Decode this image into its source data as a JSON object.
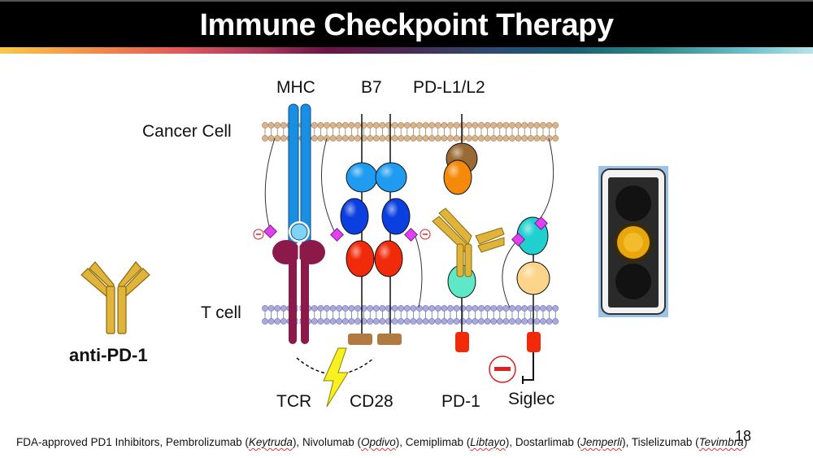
{
  "slide": {
    "title": "Immune Checkpoint Therapy",
    "page_number": "18"
  },
  "diagram": {
    "cell_labels": {
      "cancer_cell": "Cancer Cell",
      "t_cell": "T cell"
    },
    "top_labels": {
      "mhc": "MHC",
      "b7": "B7",
      "pdl": "PD-L1/L2"
    },
    "bottom_labels": {
      "tcr": "TCR",
      "cd28": "CD28",
      "pd1": "PD-1",
      "siglec": "Siglec"
    },
    "drug": {
      "label": "anti-PD-1",
      "icon": "antibody-icon"
    },
    "traffic_light": {
      "active": "yellow",
      "icon": "traffic-light-icon"
    },
    "colors": {
      "mhc": "#1a8ee0",
      "tcr": "#8b1a4a",
      "b7_top": "#1f9cf0",
      "b7_mid": "#0b3fe0",
      "cd28": "#f02a0a",
      "pdl_brown": "#9a6a35",
      "pdl_orange": "#f58a0a",
      "antibody": "#e0b43a",
      "pd1": "#5fe8c8",
      "siglec_top": "#20d0d0",
      "siglec_bottom": "#fcd58a",
      "sialic": "#e040f0",
      "membrane_cancer": "#d9b48a",
      "membrane_t": "#a9a9e0"
    }
  },
  "footnote": {
    "prefix": "FDA-approved PD1 Inhibitors, ",
    "drugs": [
      {
        "generic": "Pembrolizumab",
        "brand": "Keytruda"
      },
      {
        "generic": "Nivolumab",
        "brand": "Opdivo"
      },
      {
        "generic": "Cemiplimab",
        "brand": "Libtayo"
      },
      {
        "generic": "Dostarlimab",
        "brand": "Jemperli"
      },
      {
        "generic": "Tislelizumab",
        "brand": "Tevimbra"
      }
    ]
  }
}
